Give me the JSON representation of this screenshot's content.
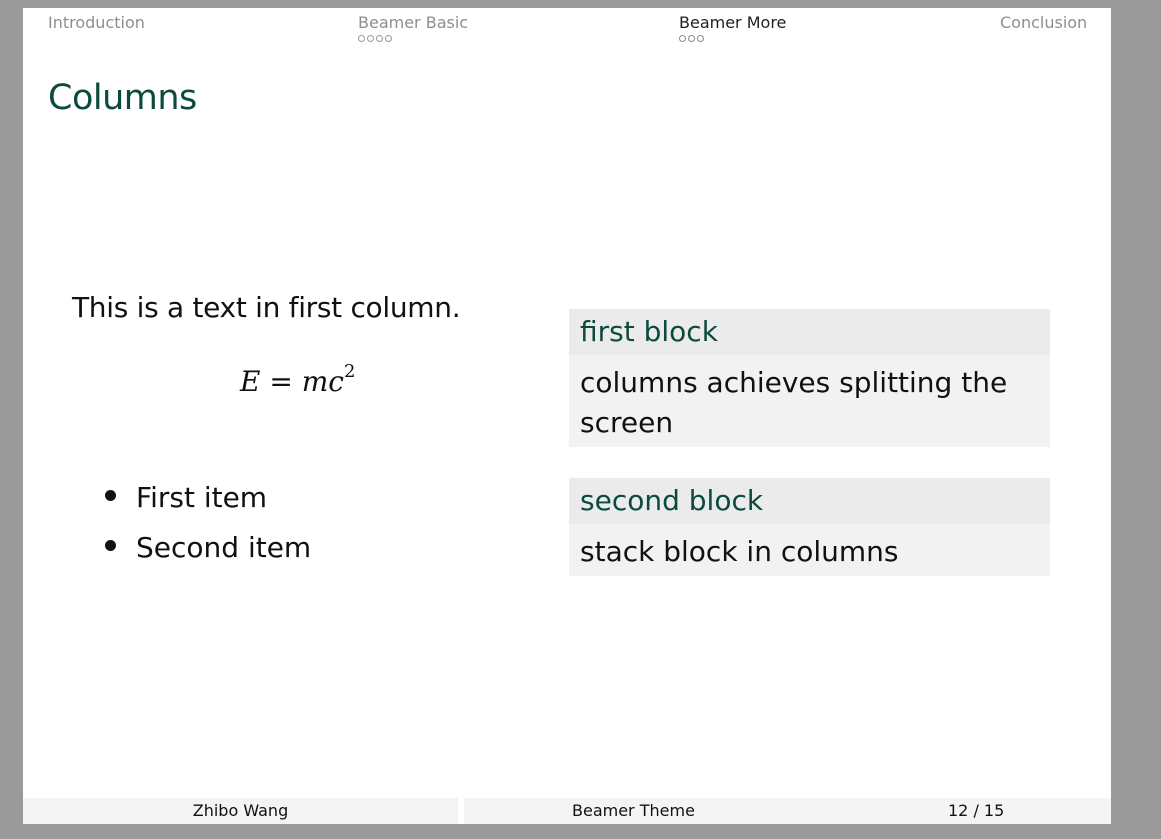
{
  "nav": {
    "sections": [
      {
        "label": "Introduction",
        "dots": 0,
        "active": false
      },
      {
        "label": "Beamer Basic",
        "dots": 4,
        "active": false
      },
      {
        "label": "Beamer More",
        "dots": 3,
        "active": true
      },
      {
        "label": "Conclusion",
        "dots": 0,
        "active": false
      }
    ]
  },
  "frame": {
    "title": "Columns"
  },
  "left_column": {
    "text": "This is a text in first column.",
    "equation": {
      "lhs": "E",
      "op": " = ",
      "rhs": "mc",
      "exp": "2"
    },
    "items": [
      "First item",
      "Second item"
    ]
  },
  "blocks": [
    {
      "title": "first block",
      "body": "columns achieves splitting the screen"
    },
    {
      "title": "second block",
      "body": "stack block in columns"
    }
  ],
  "footer": {
    "author": "Zhibo Wang",
    "title": "Beamer Theme",
    "page": "12 / 15"
  },
  "colors": {
    "accent": "#0d4a3e",
    "background": "#9a9a9a"
  }
}
